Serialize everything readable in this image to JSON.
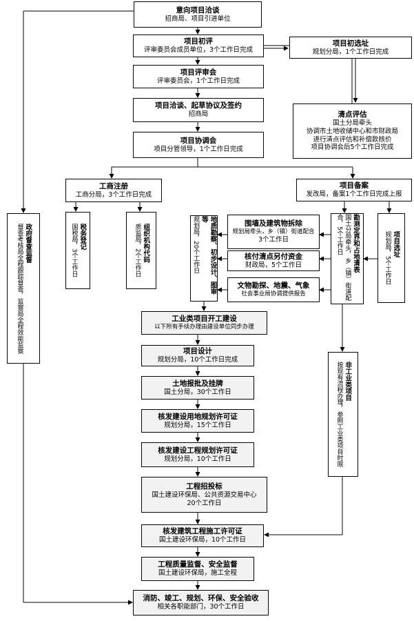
{
  "nodes": {
    "n1": {
      "title": "意向项目洽谈",
      "sub": "招商局、项目引进单位"
    },
    "n2": {
      "title": "项目初评",
      "sub": "评审委员会成员单位，3个工作日完成"
    },
    "n3": {
      "title": "项目评审会",
      "sub": "评审委员会，1个工作日完成"
    },
    "n4": {
      "title": "项目洽谈、起草协议及签约",
      "sub": "招商局"
    },
    "n5": {
      "title": "项目协调会",
      "sub": "项目分管领导，1个工作日完成"
    },
    "r1": {
      "title": "项目初选址",
      "sub": "规划分局，1个工作日完成"
    },
    "r2": {
      "title": "清点评估",
      "lines": [
        "国土分局牵头",
        "协调市土地收储中心和市财政局",
        "进行清点评估和补偿款核价",
        "项目协调会后5个工作日完成"
      ]
    },
    "gs": {
      "title": "工商注册",
      "sub": "工商分局，3个工作日完成"
    },
    "xmba": {
      "title": "项目备案",
      "sub": "发改局，备案1个工作日完成上报"
    },
    "sw": {
      "title": "税务登记",
      "sub": "国税局，3个工作日"
    },
    "zj": {
      "title": "组织机构代码",
      "sub": "质监局，2个工作日"
    },
    "mid1": {
      "title": "围墙及建筑物拆除",
      "lines": [
        "规划局牵头，乡（镇）街道配合",
        "3个工作日"
      ]
    },
    "mid2": {
      "title": "核付清点另付资金",
      "sub": "财政局，5个工作日"
    },
    "mid3": {
      "title": "文物勘探、地震、气象",
      "sub": "社会事业局协调提供报告"
    },
    "vl": {
      "title": "地质勘察、初步设计、图审等",
      "sub": "规划局，20个工作日"
    },
    "vmid": {
      "title": "勘测定界和占地清表",
      "sub": "国土分局牵头，乡（镇）街道配合，5个工作日"
    },
    "vr": {
      "title": "项目选址",
      "sub": "规划局，5个工作日"
    },
    "left": {
      "title": "政府督查监督",
      "sub": "督查考核局全程跟踪督查，监察局全程效能监察"
    },
    "rv": {
      "title": "非工业类项目",
      "sub": "按现有流程办理，参照工业类项目时限"
    },
    "b1": {
      "title": "工业类项目开工建设",
      "sub": "以下所有手续办理由建设单位同步办理"
    },
    "b2": {
      "title": "项目设计",
      "sub": "规划分局，10个工作日完成"
    },
    "b3": {
      "title": "土地报批及挂牌",
      "sub": "国土分局，30个工作日"
    },
    "b4": {
      "title": "核发建设用地规划许可证",
      "sub": "规划分局，15个工作日"
    },
    "b5": {
      "title": "核发建设工程规划许可证",
      "sub": "规划分局，10个工作日"
    },
    "b6": {
      "title": "工程招投标",
      "lines": [
        "国土建设环保局、公共资源交易中心",
        "20个工作日"
      ]
    },
    "b7": {
      "title": "核发建筑工程施工许可证",
      "sub": "国土建设环保局，10个工作日"
    },
    "b8": {
      "title": "工程质量监督、安全监督",
      "sub": "国土建设环保局，施工全程"
    },
    "b9": {
      "title": "消防、竣工、规划、环保、安全验收",
      "sub": "相关各职能部门，30个工作日"
    }
  }
}
